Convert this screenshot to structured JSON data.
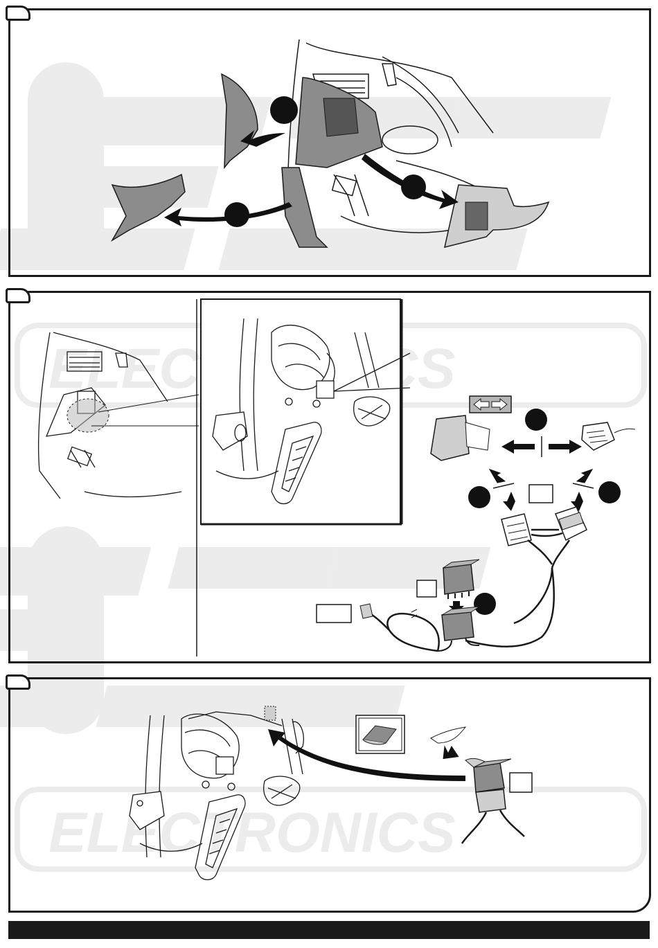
{
  "watermark": {
    "brand_text": "ECS",
    "sub_text": "ELECTRONICS",
    "color": "#e9e9e9"
  },
  "panels": [
    {
      "id": "step-1",
      "number": ""
    },
    {
      "id": "step-2",
      "number": ""
    },
    {
      "id": "step-3",
      "number": ""
    }
  ],
  "colors": {
    "line": "#1a1a1a",
    "trim_gray": "#8c8c8c",
    "light_gray": "#cfcfcf",
    "tag_gray": "#b5b5b5",
    "badge_black": "#111111"
  },
  "icons": {
    "remove_arrow": "curved-arrow-icon",
    "connector": "plug-connector-icon",
    "relay": "relay-icon",
    "double_arrow": "double-arrow-icon",
    "tape": "double-sided-tape-icon"
  }
}
